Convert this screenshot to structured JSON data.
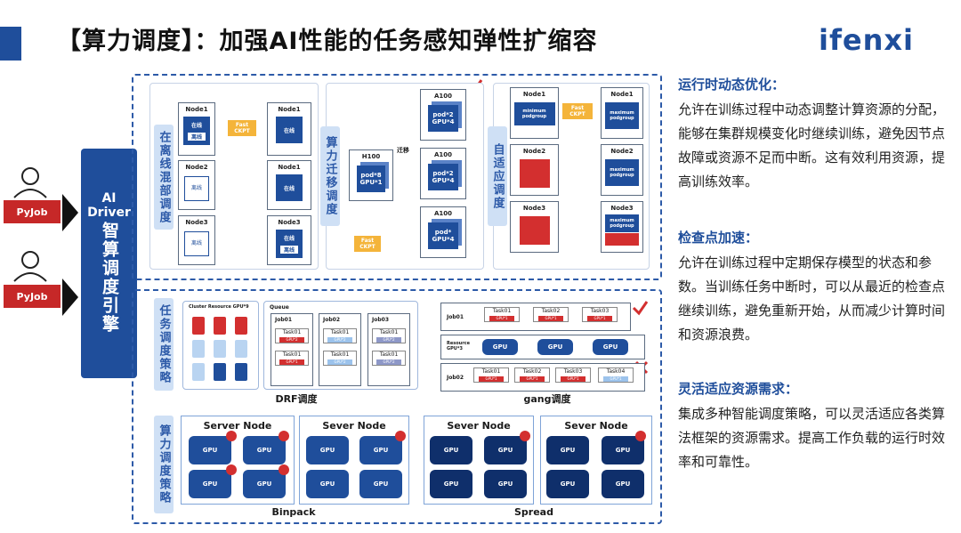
{
  "header": {
    "title": "【算力调度】：加强AI性能的任务感知弹性扩缩容",
    "logo": "ifenxi"
  },
  "left": {
    "pyjob1": "PyJob",
    "pyjob2": "PyJob",
    "driver_en": "AI Driver",
    "driver_cn": "智算调度引擎"
  },
  "top_section": {
    "mixed_label": "在离线混部调度",
    "migrate_label": "算力迁移调度",
    "adaptive_label": "自适应调度",
    "node1": "Node1",
    "node2": "Node2",
    "node3": "Node3",
    "online": "在线",
    "offline": "离线",
    "fast_ckpt_line1": "Fast",
    "fast_ckpt_line2": "CKPT",
    "h100": "H100",
    "a100": "A100",
    "pod8": "pod*8",
    "gpu1": "GPU*1",
    "pod2": "pod*2",
    "gpu4": "GPU*4",
    "pod": "pod*",
    "migrate": "迁移",
    "minimum_line1": "minimum",
    "minimum_line2": "podgroup",
    "maximum_line1": "maximum",
    "maximum_line2": "podgroup"
  },
  "middle_section": {
    "label": "任务调度策略",
    "cluster_resource": "Cluster Resource  GPU*9",
    "queue": "Queue",
    "job01": "Job01",
    "job02": "Job02",
    "job03": "Job03",
    "task01": "Task01",
    "task02": "Task02",
    "task03": "Task03",
    "task04": "Task04",
    "gpu2": "GPU*2",
    "gpu1": "GPU*1",
    "resource_line1": "Resource",
    "resource_line2": "GPU*3",
    "gpu": "GPU",
    "drf": "DRF调度",
    "gang": "gang调度"
  },
  "bottom_section": {
    "label": "算力调度策略",
    "server_node": "Server Node",
    "sever_node": "Sever Node",
    "gpu": "GPU",
    "binpack": "Binpack",
    "spread": "Spread"
  },
  "right": {
    "h1": "运行时动态优化：",
    "p1": "允许在训练过程中动态调整计算资源的分配，能够在集群规模变化时继续训练，避免因节点故障或资源不足而中断。这有效利用资源，提高训练效率。",
    "h2": "检查点加速：",
    "p2": "允许在训练过程中定期保存模型的状态和参数。当训练任务中断时，可以从最近的检查点继续训练，避免重新开始，从而减少计算时间和资源浪费。",
    "h3": "灵活适应资源需求：",
    "p3": "集成多种智能调度策略，可以灵活适应各类算法框架的资源需求。提高工作负载的运行时效率和可靠性。"
  },
  "colors": {
    "brand_blue": "#1f4e9b",
    "accent_red": "#d32f2f",
    "ckpt_orange": "#f4b43a"
  }
}
